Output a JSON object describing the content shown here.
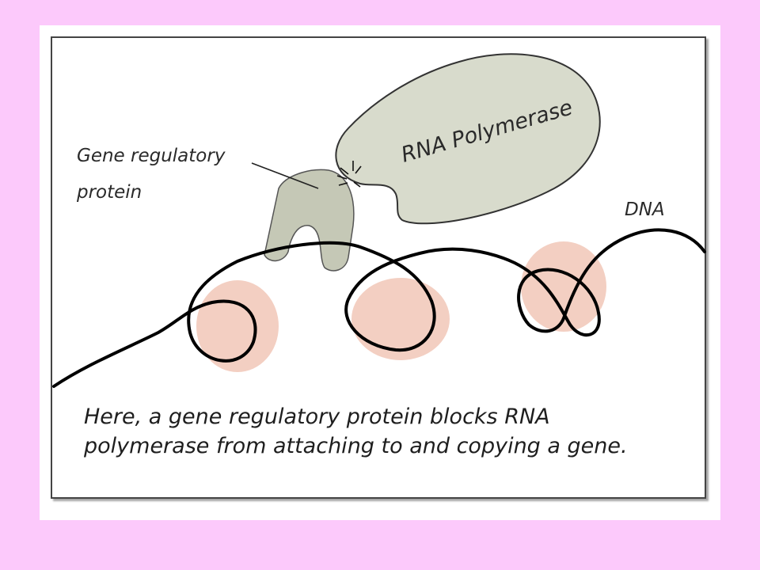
{
  "colors": {
    "background": "#fcc9fb",
    "protein_fill": "#c5c8b6",
    "polymerase_fill": "#d8dbcc",
    "nucleosome_fill": "#f3cfc2",
    "dna_stroke": "#000000"
  },
  "labels": {
    "rna_polymerase": "RNA Polymerase",
    "gene_regulatory_protein_line1": "Gene regulatory",
    "gene_regulatory_protein_line2": "protein",
    "dna": "DNA"
  },
  "caption": {
    "line1": "Here, a gene regulatory protein blocks RNA",
    "line2": "polymerase from attaching to and copying a gene."
  }
}
